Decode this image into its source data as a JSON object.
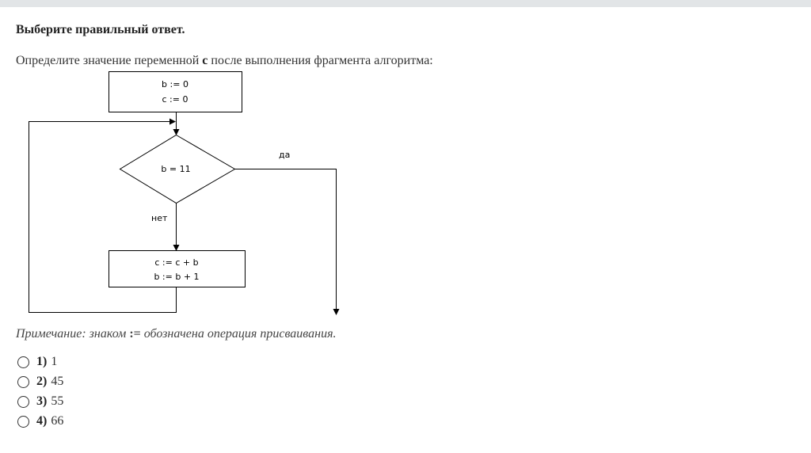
{
  "heading": "Выберите правильный ответ.",
  "question": {
    "before": "Определите значение переменной",
    "variable": "c",
    "after": "после выполнения фрагмента алгоритма:"
  },
  "flowchart": {
    "init": [
      "b := 0",
      "c := 0"
    ],
    "condition": "b = 11",
    "yes_label": "да",
    "no_label": "нет",
    "body": [
      "c := c + b",
      "b := b + 1"
    ]
  },
  "note": {
    "before": "Примечание: знаком",
    "symbol": ":=",
    "after": "обозначена операция присваивания."
  },
  "options": [
    {
      "num": "1)",
      "value": "1"
    },
    {
      "num": "2)",
      "value": "45"
    },
    {
      "num": "3)",
      "value": "55"
    },
    {
      "num": "4)",
      "value": "66"
    }
  ]
}
